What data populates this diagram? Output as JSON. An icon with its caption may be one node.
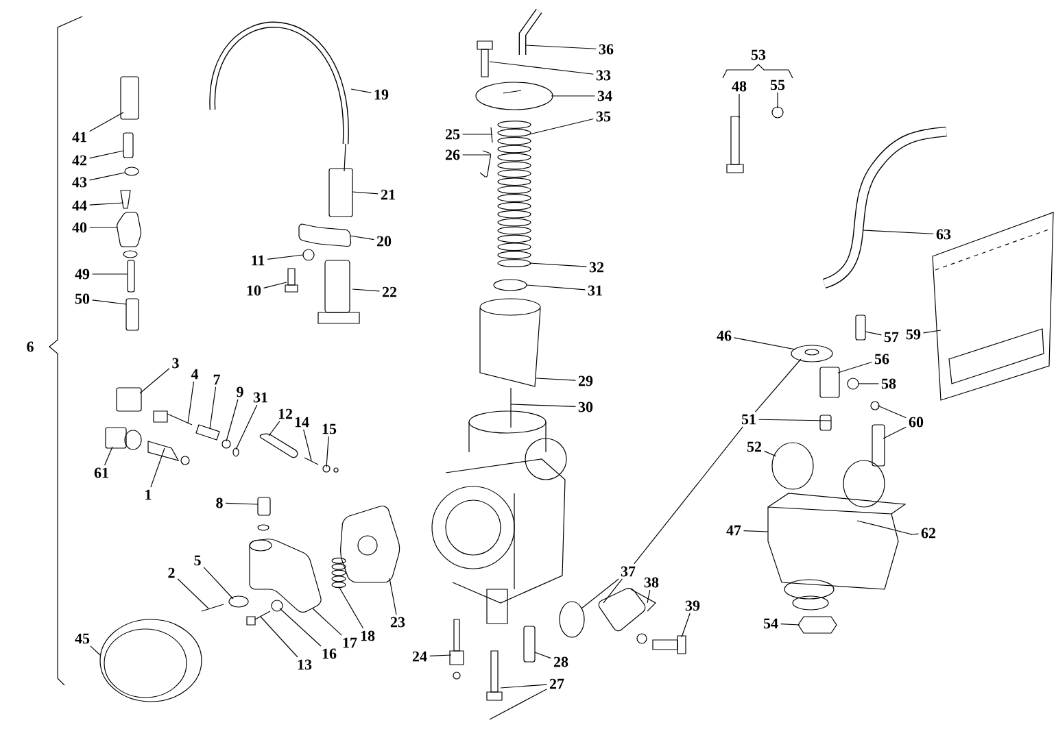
{
  "diagram": {
    "nodes": [
      {
        "text": [
          "36"
        ]
      },
      {
        "text": [
          "33"
        ]
      },
      {
        "text": [
          "48"
        ]
      },
      {
        "text": [
          "55"
        ]
      },
      {
        "text": [
          "19"
        ]
      },
      {
        "text": [
          "34"
        ]
      },
      {
        "text": [
          "35"
        ]
      },
      {
        "text": [
          "25"
        ]
      },
      {
        "text": [
          "41"
        ]
      },
      {
        "text": [
          "26"
        ]
      },
      {
        "text": [
          "42"
        ]
      },
      {
        "text": [
          "43"
        ]
      },
      {
        "text": [
          "21"
        ]
      },
      {
        "text": [
          "44"
        ]
      },
      {
        "text": [
          "40"
        ]
      },
      {
        "text": [
          "63"
        ]
      },
      {
        "text": [
          "20"
        ]
      },
      {
        "text": [
          "11"
        ]
      },
      {
        "text": [
          "32"
        ]
      },
      {
        "text": [
          "49"
        ]
      },
      {
        "text": [
          "10"
        ]
      },
      {
        "text": [
          "31"
        ]
      },
      {
        "text": [
          "22"
        ]
      },
      {
        "text": [
          "50"
        ]
      },
      {
        "text": [
          "46"
        ]
      },
      {
        "text": [
          "57"
        ]
      },
      {
        "text": [
          "59"
        ]
      },
      {
        "text": [
          "56"
        ]
      },
      {
        "text": [
          "3"
        ]
      },
      {
        "text": [
          "4"
        ]
      },
      {
        "text": [
          "7"
        ]
      },
      {
        "text": [
          "29"
        ]
      },
      {
        "text": [
          "58"
        ]
      },
      {
        "text": [
          "9"
        ]
      },
      {
        "text": [
          "31"
        ]
      },
      {
        "text": [
          "30"
        ]
      },
      {
        "text": [
          "12"
        ]
      },
      {
        "text": [
          "51"
        ]
      },
      {
        "text": [
          "60"
        ]
      },
      {
        "text": [
          "14"
        ]
      },
      {
        "text": [
          "15"
        ]
      },
      {
        "text": [
          "52"
        ]
      },
      {
        "text": [
          "61"
        ]
      },
      {
        "text": [
          "1"
        ]
      },
      {
        "text": [
          "8"
        ]
      },
      {
        "text": [
          "47"
        ]
      },
      {
        "text": [
          "62"
        ]
      },
      {
        "text": [
          "5"
        ]
      },
      {
        "text": [
          "37"
        ]
      },
      {
        "text": [
          "2"
        ]
      },
      {
        "text": [
          "38"
        ]
      },
      {
        "text": [
          "39"
        ]
      },
      {
        "text": [
          "54"
        ]
      },
      {
        "text": [
          "23"
        ]
      },
      {
        "text": [
          "18"
        ]
      },
      {
        "text": [
          "45"
        ]
      },
      {
        "text": [
          "17"
        ]
      },
      {
        "text": [
          "16"
        ]
      },
      {
        "text": [
          "24"
        ]
      },
      {
        "text": [
          "28"
        ]
      },
      {
        "text": [
          "13"
        ]
      },
      {
        "text": [
          "27"
        ]
      },
      {
        "text": [],
        "shape": "picture"
      },
      {
        "text": [],
        "shape": "picture"
      },
      {
        "text": [],
        "shape": "picture"
      },
      {
        "text": [],
        "shape": "picture"
      },
      {
        "text": [],
        "shape": "picture"
      },
      {
        "text": [],
        "shape": "picture"
      },
      {
        "text": [],
        "shape": "circle"
      },
      {
        "text": [],
        "shape": "picture"
      },
      {
        "text": [],
        "shape": "picture"
      },
      {
        "text": [],
        "shape": "picture"
      },
      {
        "text": [],
        "shape": "picture"
      },
      {
        "text": [],
        "shape": "box"
      },
      {
        "text": [],
        "shape": "picture"
      },
      {
        "text": [],
        "shape": "circle"
      },
      {
        "text": [],
        "shape": "picture"
      },
      {
        "text": [],
        "shape": "picture"
      },
      {
        "text": [],
        "shape": "box"
      },
      {
        "text": [],
        "shape": "box"
      },
      {
        "text": [],
        "shape": "circle"
      },
      {
        "text": [],
        "shape": "picture"
      },
      {
        "text": [],
        "shape": "picture"
      },
      {
        "text": [],
        "shape": "circle"
      },
      {
        "text": [],
        "shape": "box"
      },
      {
        "text": [],
        "shape": "box"
      },
      {
        "text": [],
        "shape": "picture"
      },
      {
        "text": [],
        "shape": "circle"
      },
      {
        "text": [],
        "shape": "picture"
      },
      {
        "text": [],
        "shape": "picture"
      },
      {
        "text": [],
        "shape": "picture"
      },
      {
        "text": [],
        "shape": "box"
      },
      {
        "text": [],
        "shape": "box"
      },
      {
        "text": [],
        "shape": "circle"
      },
      {
        "text": [],
        "shape": "box"
      },
      {
        "text": [],
        "shape": "circle"
      },
      {
        "text": [],
        "shape": "box"
      },
      {
        "text": [],
        "shape": "picture"
      },
      {
        "text": [],
        "shape": "picture"
      },
      {
        "text": [],
        "shape": "picture"
      },
      {
        "text": [],
        "shape": "circle"
      },
      {
        "text": [],
        "shape": "picture"
      },
      {
        "text": [],
        "shape": "circle"
      },
      {
        "text": [],
        "shape": "picture"
      },
      {
        "text": [],
        "shape": "picture"
      },
      {
        "text": [],
        "shape": "picture"
      },
      {
        "text": [],
        "shape": "picture"
      },
      {
        "text": [],
        "shape": "box"
      },
      {
        "text": [],
        "shape": "box"
      },
      {
        "text": [],
        "shape": "box"
      },
      {
        "text": [],
        "shape": "circle"
      },
      {
        "text": [],
        "shape": "picture"
      },
      {
        "text": [],
        "shape": "circle"
      },
      {
        "text": [],
        "shape": "picture"
      },
      {
        "text": [],
        "shape": "picture"
      },
      {
        "text": [],
        "shape": "circle"
      },
      {
        "text": [],
        "shape": "circle"
      },
      {
        "text": [],
        "shape": "picture"
      },
      {
        "text": [],
        "shape": "picture"
      },
      {
        "text": [],
        "shape": "picture"
      },
      {
        "text": [],
        "shape": "box"
      },
      {
        "text": [],
        "shape": "circle"
      },
      {
        "text": [],
        "shape": "picture"
      },
      {
        "text": [],
        "shape": "picture"
      },
      {
        "text": [],
        "shape": "picture"
      },
      {
        "text": [],
        "shape": "picture"
      },
      {
        "text": [],
        "shape": "circle"
      },
      {
        "text": [],
        "shape": "picture"
      },
      {
        "text": [],
        "shape": "circle"
      },
      {
        "text": [],
        "shape": "picture"
      }
    ],
    "edges": [
      {
        "from": 0,
        "to": 62,
        "arrow": "none"
      },
      {
        "from": 1,
        "to": 63,
        "arrow": "none"
      },
      {
        "from": 2,
        "to": 86,
        "arrow": "none"
      },
      {
        "from": 3,
        "to": 87,
        "arrow": "none"
      },
      {
        "from": 4,
        "to": 72,
        "arrow": "none"
      },
      {
        "from": 5,
        "to": 64,
        "arrow": "none"
      },
      {
        "from": 6,
        "to": 65,
        "arrow": "none"
      },
      {
        "from": 7,
        "to": 66,
        "arrow": "none"
      },
      {
        "from": 8,
        "to": 78,
        "arrow": "none"
      },
      {
        "from": 9,
        "to": 67,
        "arrow": "none"
      },
      {
        "from": 10,
        "to": 79,
        "arrow": "none"
      },
      {
        "from": 11,
        "to": 80,
        "arrow": "none"
      },
      {
        "from": 12,
        "to": 73,
        "arrow": "none"
      },
      {
        "from": 13,
        "to": 81,
        "arrow": "none"
      },
      {
        "from": 14,
        "to": 82,
        "arrow": "none"
      },
      {
        "from": 15,
        "to": 88,
        "arrow": "none"
      },
      {
        "from": 16,
        "to": 74,
        "arrow": "none"
      },
      {
        "from": 17,
        "to": 75,
        "arrow": "none"
      },
      {
        "from": 18,
        "to": 65,
        "arrow": "none"
      },
      {
        "from": 19,
        "to": 84,
        "arrow": "none"
      },
      {
        "from": 20,
        "to": 76,
        "arrow": "none"
      },
      {
        "from": 21,
        "to": 68,
        "arrow": "none"
      },
      {
        "from": 22,
        "to": 77,
        "arrow": "none"
      },
      {
        "from": 23,
        "to": 85,
        "arrow": "none"
      },
      {
        "from": 24,
        "to": 90,
        "arrow": "none"
      },
      {
        "from": 25,
        "to": 91,
        "arrow": "none"
      },
      {
        "from": 26,
        "to": 89,
        "arrow": "none"
      },
      {
        "from": 27,
        "to": 92,
        "arrow": "none"
      },
      {
        "from": 28,
        "to": 108,
        "arrow": "none"
      },
      {
        "from": 29,
        "to": 113,
        "arrow": "none"
      },
      {
        "from": 30,
        "to": 114,
        "arrow": "none"
      },
      {
        "from": 31,
        "to": 69,
        "arrow": "none"
      },
      {
        "from": 32,
        "to": 93,
        "arrow": "none"
      },
      {
        "from": 33,
        "to": 115,
        "arrow": "none"
      },
      {
        "from": 34,
        "to": 116,
        "arrow": "none"
      },
      {
        "from": 35,
        "to": 70,
        "arrow": "none"
      },
      {
        "from": 36,
        "to": 117,
        "arrow": "none"
      },
      {
        "from": 37,
        "to": 94,
        "arrow": "none"
      },
      {
        "from": 37,
        "to": 90,
        "arrow": "none"
      },
      {
        "from": 37,
        "to": 48,
        "arrow": "none"
      },
      {
        "from": 38,
        "to": 95,
        "arrow": "none"
      },
      {
        "from": 38,
        "to": 96,
        "arrow": "none"
      },
      {
        "from": 39,
        "to": 118,
        "arrow": "none"
      },
      {
        "from": 40,
        "to": 119,
        "arrow": "none"
      },
      {
        "from": 41,
        "to": 97,
        "arrow": "none"
      },
      {
        "from": 42,
        "to": 109,
        "arrow": "none"
      },
      {
        "from": 43,
        "to": 111,
        "arrow": "none"
      },
      {
        "from": 44,
        "to": 120,
        "arrow": "none"
      },
      {
        "from": 45,
        "to": 98,
        "arrow": "none"
      },
      {
        "from": 46,
        "to": 99,
        "arrow": "none"
      },
      {
        "from": 47,
        "to": 126,
        "arrow": "none"
      },
      {
        "from": 48,
        "to": 102,
        "arrow": "none"
      },
      {
        "from": 48,
        "to": 103,
        "arrow": "none"
      },
      {
        "from": 49,
        "to": 125,
        "arrow": "none"
      },
      {
        "from": 50,
        "to": 103,
        "arrow": "none"
      },
      {
        "from": 51,
        "to": 104,
        "arrow": "none"
      },
      {
        "from": 52,
        "to": 101,
        "arrow": "none"
      },
      {
        "from": 53,
        "to": 124,
        "arrow": "none"
      },
      {
        "from": 54,
        "to": 123,
        "arrow": "none"
      },
      {
        "from": 55,
        "to": 129,
        "arrow": "none"
      },
      {
        "from": 56,
        "to": 122,
        "arrow": "none"
      },
      {
        "from": 57,
        "to": 128,
        "arrow": "none"
      },
      {
        "from": 58,
        "to": 105,
        "arrow": "none"
      },
      {
        "from": 59,
        "to": 107,
        "arrow": "none"
      },
      {
        "from": 60,
        "to": 127,
        "arrow": "none"
      },
      {
        "from": 61,
        "to": 106,
        "arrow": "none"
      },
      {
        "from": 61,
        "to": null,
        "arrow": "none"
      }
    ],
    "labels": [
      "53",
      "6"
    ]
  }
}
